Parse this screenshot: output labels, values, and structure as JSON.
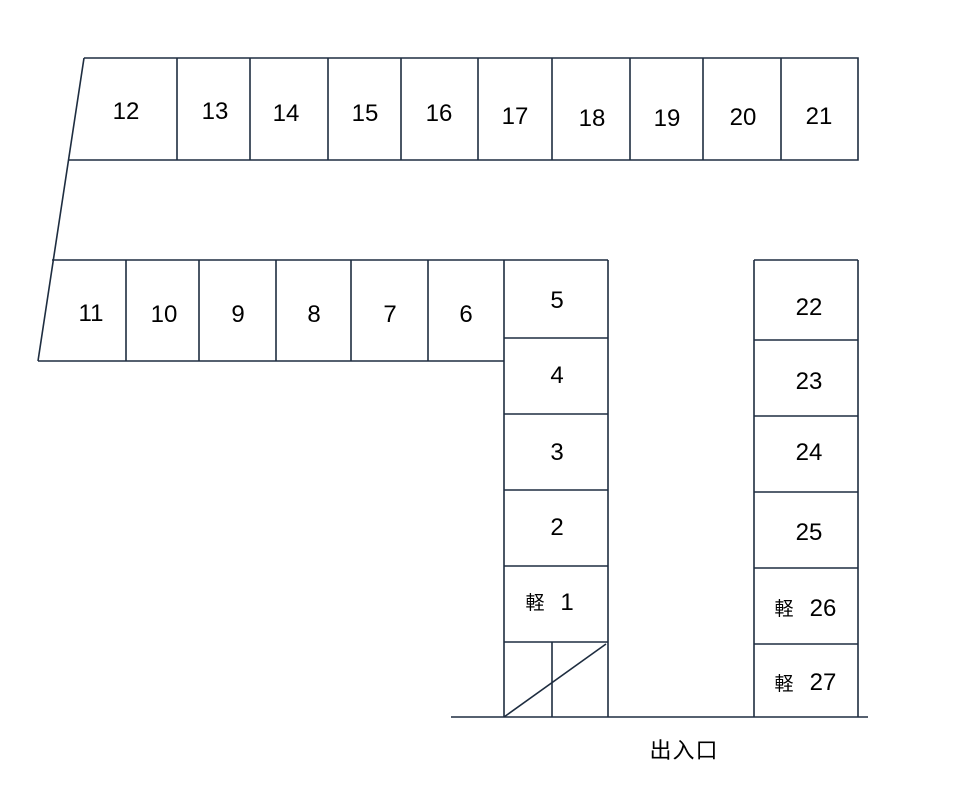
{
  "colors": {
    "line": "#1e2d40",
    "text": "#000000",
    "background": "#ffffff"
  },
  "kei_mark": "軽",
  "entrance_label": "出入口",
  "spaces": {
    "s1": "1",
    "s2": "2",
    "s3": "3",
    "s4": "4",
    "s5": "5",
    "s6": "6",
    "s7": "7",
    "s8": "8",
    "s9": "9",
    "s10": "10",
    "s11": "11",
    "s12": "12",
    "s13": "13",
    "s14": "14",
    "s15": "15",
    "s16": "16",
    "s17": "17",
    "s18": "18",
    "s19": "19",
    "s20": "20",
    "s21": "21",
    "s22": "22",
    "s23": "23",
    "s24": "24",
    "s25": "25",
    "s26": "26",
    "s27": "27"
  }
}
